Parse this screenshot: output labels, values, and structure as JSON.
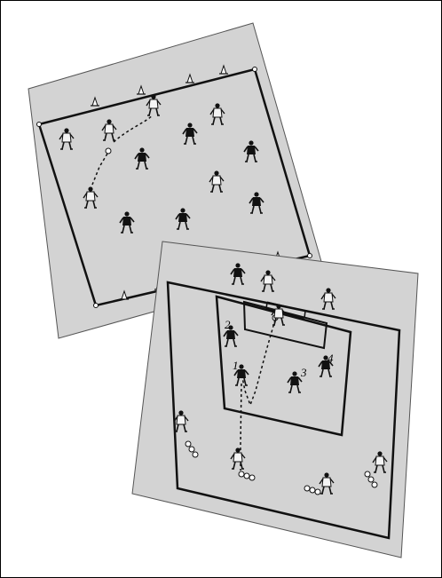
{
  "colors": {
    "page_bg": "#ffffff",
    "field_bg": "#d3d3d3",
    "line": "#111111",
    "player_dark": "#1a1a1a",
    "player_light": "#f4f4f4"
  },
  "icons": {
    "cone": "cone-icon",
    "ball": "ball-icon",
    "player": "player-icon"
  },
  "diagram_bottom": {
    "player_numbers": [
      "1",
      "2",
      "3",
      "4"
    ]
  }
}
